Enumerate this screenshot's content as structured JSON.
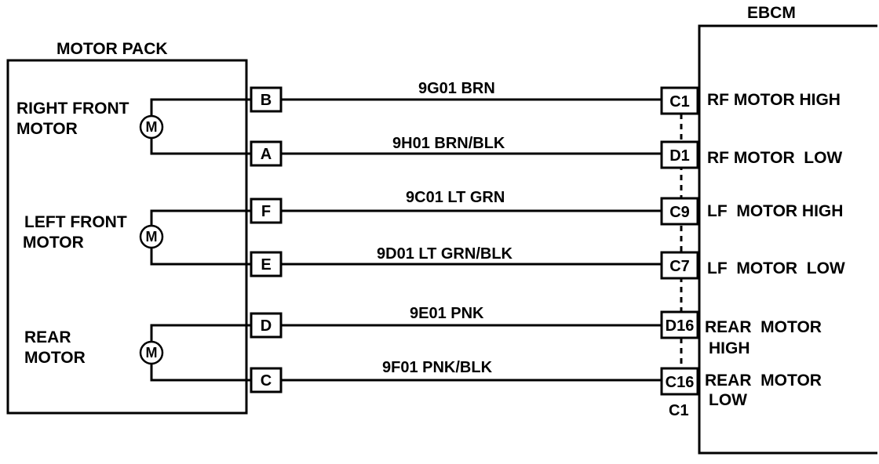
{
  "motor_pack": {
    "title": "MOTOR PACK",
    "motors": [
      {
        "line1": "RIGHT FRONT",
        "line2": "MOTOR",
        "symbol": "M"
      },
      {
        "line1": "LEFT FRONT",
        "line2": "MOTOR",
        "symbol": "M"
      },
      {
        "line1": "REAR",
        "line2": "MOTOR",
        "symbol": "M"
      }
    ],
    "pins": [
      "B",
      "A",
      "F",
      "E",
      "D",
      "C"
    ]
  },
  "wires": [
    {
      "label": "9G01 BRN"
    },
    {
      "label": "9H01 BRN/BLK"
    },
    {
      "label": "9C01 LT GRN"
    },
    {
      "label": "9D01 LT GRN/BLK"
    },
    {
      "label": "9E01 PNK"
    },
    {
      "label": "9F01 PNK/BLK"
    }
  ],
  "ebcm": {
    "title": "EBCM",
    "connector_label": "C1",
    "pins": [
      "C1",
      "D1",
      "C9",
      "C7",
      "D16",
      "C16"
    ],
    "functions": [
      {
        "line1": "RF MOTOR HIGH",
        "line2": ""
      },
      {
        "line1": "RF MOTOR  LOW",
        "line2": ""
      },
      {
        "line1": "LF  MOTOR HIGH",
        "line2": ""
      },
      {
        "line1": "LF  MOTOR  LOW",
        "line2": ""
      },
      {
        "line1": "REAR  MOTOR",
        "line2": "HIGH"
      },
      {
        "line1": "REAR  MOTOR",
        "line2": "LOW"
      }
    ]
  }
}
